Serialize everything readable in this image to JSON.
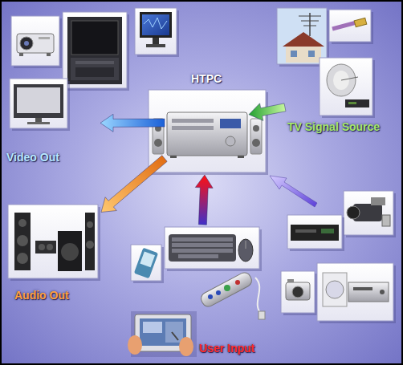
{
  "diagram": {
    "nodes": [
      {
        "text": [
          "HTPC"
        ]
      },
      {
        "text": [
          "Video Out"
        ]
      },
      {
        "text": [
          "TV Signal Source"
        ]
      },
      {
        "text": [
          "Audio Out"
        ]
      },
      {
        "text": [
          "User Input"
        ]
      }
    ],
    "edges": [
      {
        "from": 0,
        "to": 1,
        "arrow": "to"
      },
      {
        "from": 2,
        "to": 0,
        "arrow": "to"
      },
      {
        "from": 0,
        "to": 3,
        "arrow": "to"
      },
      {
        "from": 4,
        "to": 0,
        "arrow": "to"
      }
    ]
  }
}
